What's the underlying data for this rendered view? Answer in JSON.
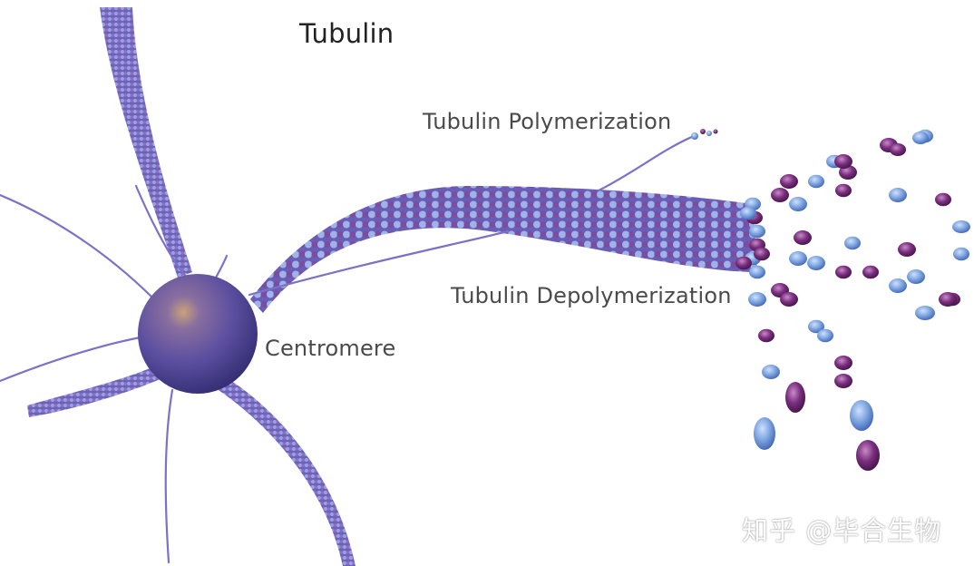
{
  "labels": {
    "title": "Tubulin",
    "polymerization": "Tubulin Polymerization",
    "depolymerization": "Tubulin Depolymerization",
    "centromere": "Centromere"
  },
  "watermark": "知乎 @毕合生物",
  "colors": {
    "tubulin_blue": "#7fa6e0",
    "tubulin_purple": "#7a2f7e",
    "filament": "#7b72c8",
    "centromere": "#4b3f8f",
    "text": "#4a4a4a"
  }
}
